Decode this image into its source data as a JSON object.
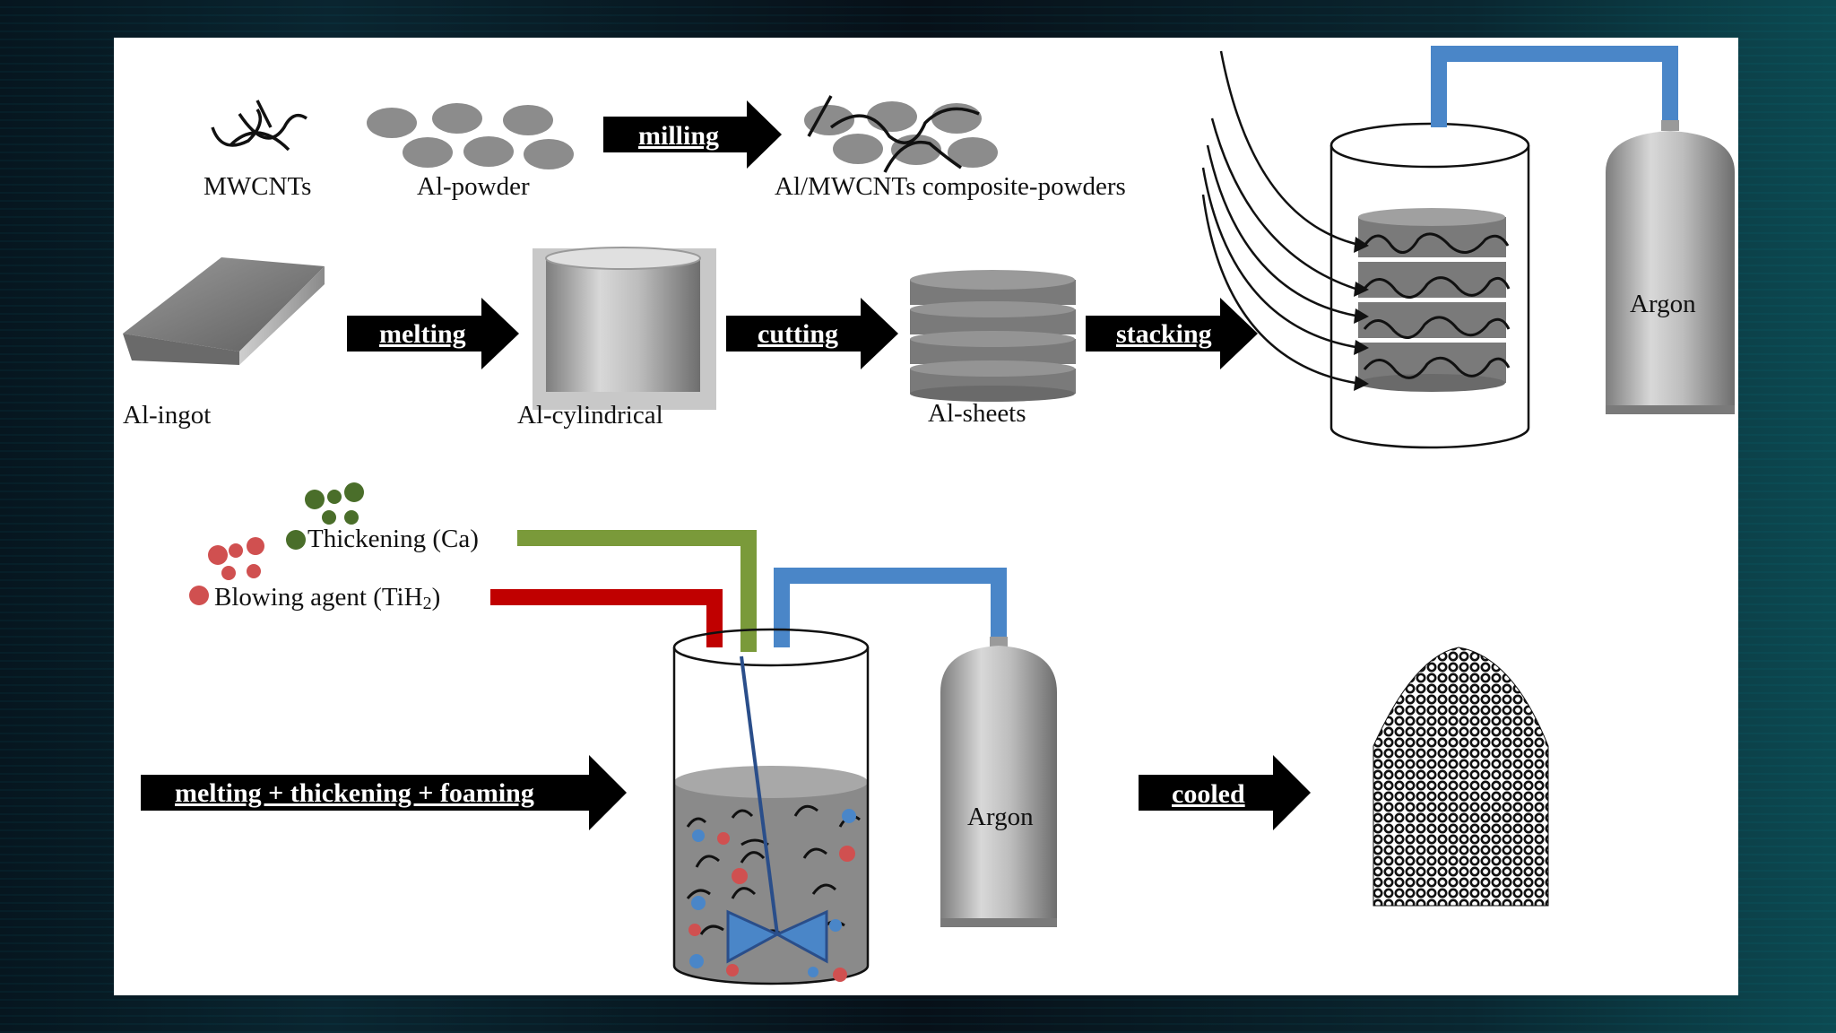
{
  "labels": {
    "mwcnts": "MWCNTs",
    "al_powder": "Al-powder",
    "composite": "Al/MWCNTs composite-powders",
    "al_ingot": "Al-ingot",
    "al_cylindrical": "Al-cylindrical",
    "al_sheets": "Al-sheets",
    "argon_top": "Argon",
    "argon_bottom": "Argon",
    "thickening": "Thickening (Ca)",
    "blowing": "Blowing agent (TiH",
    "blowing_sub": "2",
    "blowing_close": ")"
  },
  "arrows": {
    "milling": "milling",
    "melting": "melting",
    "cutting": "cutting",
    "stacking": "stacking",
    "foaming": "melting + thickening  + foaming",
    "cooled": "cooled"
  },
  "colors": {
    "blue_pipe": "#4a86c8",
    "green_pipe": "#7a9a3a",
    "red_pipe": "#c00000",
    "red_dot": "#d05050",
    "green_dot": "#4a6e2a",
    "powder": "#8c8c8c"
  }
}
